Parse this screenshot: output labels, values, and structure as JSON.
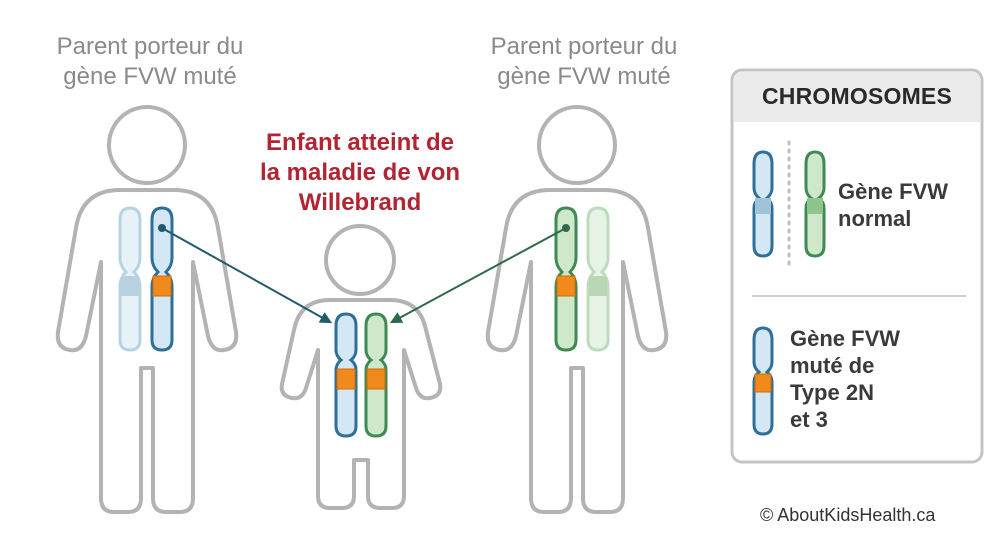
{
  "parent_left": {
    "label_line1": "Parent porteur du",
    "label_line2": "gène FVW muté"
  },
  "parent_right": {
    "label_line1": "Parent porteur du",
    "label_line2": "gène FVW muté"
  },
  "child": {
    "label_line1": "Enfant atteint de",
    "label_line2": "la maladie de von",
    "label_line3": "Willebrand"
  },
  "legend": {
    "title": "CHROMOSOMES",
    "normal_line1": "Gène FVW",
    "normal_line2": "normal",
    "mutated_line1": "Gène FVW",
    "mutated_line2": "muté de",
    "mutated_line3": "Type 2N",
    "mutated_line4": "et 3"
  },
  "copyright": "© AboutKidsHealth.ca",
  "colors": {
    "blue": "#2e6f99",
    "blue_fill": "#d3e8f4",
    "green": "#3f8a54",
    "green_fill": "#cfe8c9",
    "orange": "#f08a1c",
    "red_label": "#b32432",
    "grey_label": "#8a8a8a",
    "body_outline": "#b3b3b3",
    "arrow_blue": "#1f5a6e",
    "arrow_green": "#2e6a4a"
  }
}
